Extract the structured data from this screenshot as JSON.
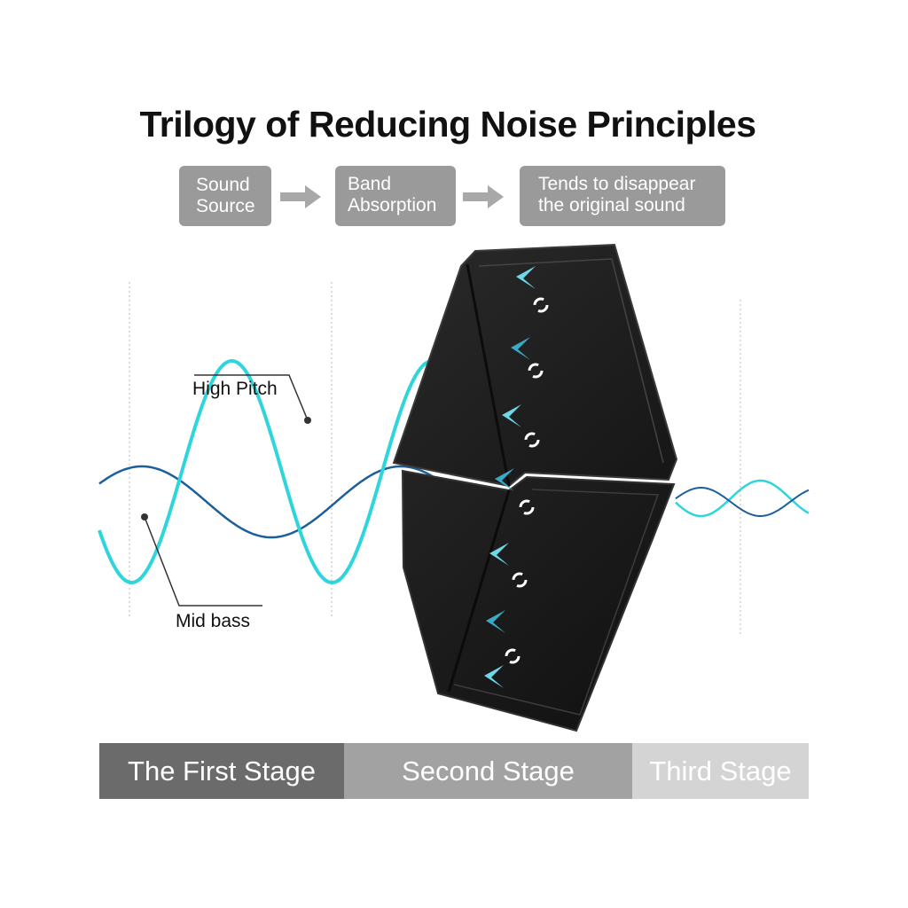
{
  "title": "Trilogy of Reducing Noise Principles",
  "steps": [
    {
      "lines": [
        "Sound",
        "Source"
      ]
    },
    {
      "lines": [
        "Band",
        "Absorption"
      ]
    },
    {
      "lines": [
        "Tends to disappear",
        "the original sound"
      ]
    }
  ],
  "labels": {
    "high_pitch": "High Pitch",
    "mid_bass": "Mid bass"
  },
  "stages": [
    {
      "label": "The First Stage",
      "color": "#6b6b6b"
    },
    {
      "label": "Second Stage",
      "color": "#a2a2a2"
    },
    {
      "label": "Third Stage",
      "color": "#d4d4d4"
    }
  ],
  "colors": {
    "high_pitch_wave": "#2fd5dc",
    "mid_bass_wave": "#1d5f9a",
    "panel": "#1e1e1e",
    "step_box": "#9a9a9a"
  }
}
